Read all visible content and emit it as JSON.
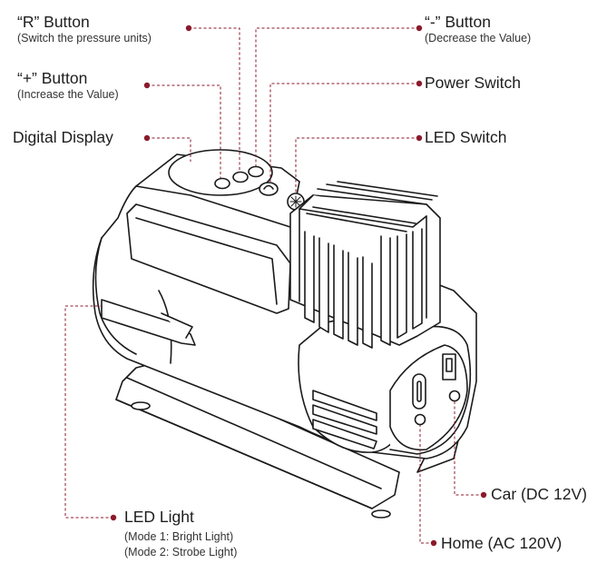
{
  "labels": {
    "r_button": {
      "title": "“R” Button",
      "sub": "(Switch the pressure units)"
    },
    "minus_button": {
      "title": "“-” Button",
      "sub": "(Decrease the Value)"
    },
    "plus_button": {
      "title": "“+” Button",
      "sub": "(Increase the Value)"
    },
    "power_switch": {
      "title": "Power Switch"
    },
    "digital_display": {
      "title": "Digital Display"
    },
    "led_switch": {
      "title": "LED Switch"
    },
    "led_light": {
      "title": "LED Light",
      "mode1": "(Mode 1: Bright Light)",
      "mode2": "(Mode 2: Strobe Light)"
    },
    "car": {
      "title": "Car (DC 12V)"
    },
    "home": {
      "title": "Home (AC 120V)"
    }
  },
  "colors": {
    "leader": "#8b1a2b",
    "outline": "#1a1a1a",
    "text": "#1e1e1e"
  },
  "icons": {
    "callout_dot": "filled-circle"
  }
}
